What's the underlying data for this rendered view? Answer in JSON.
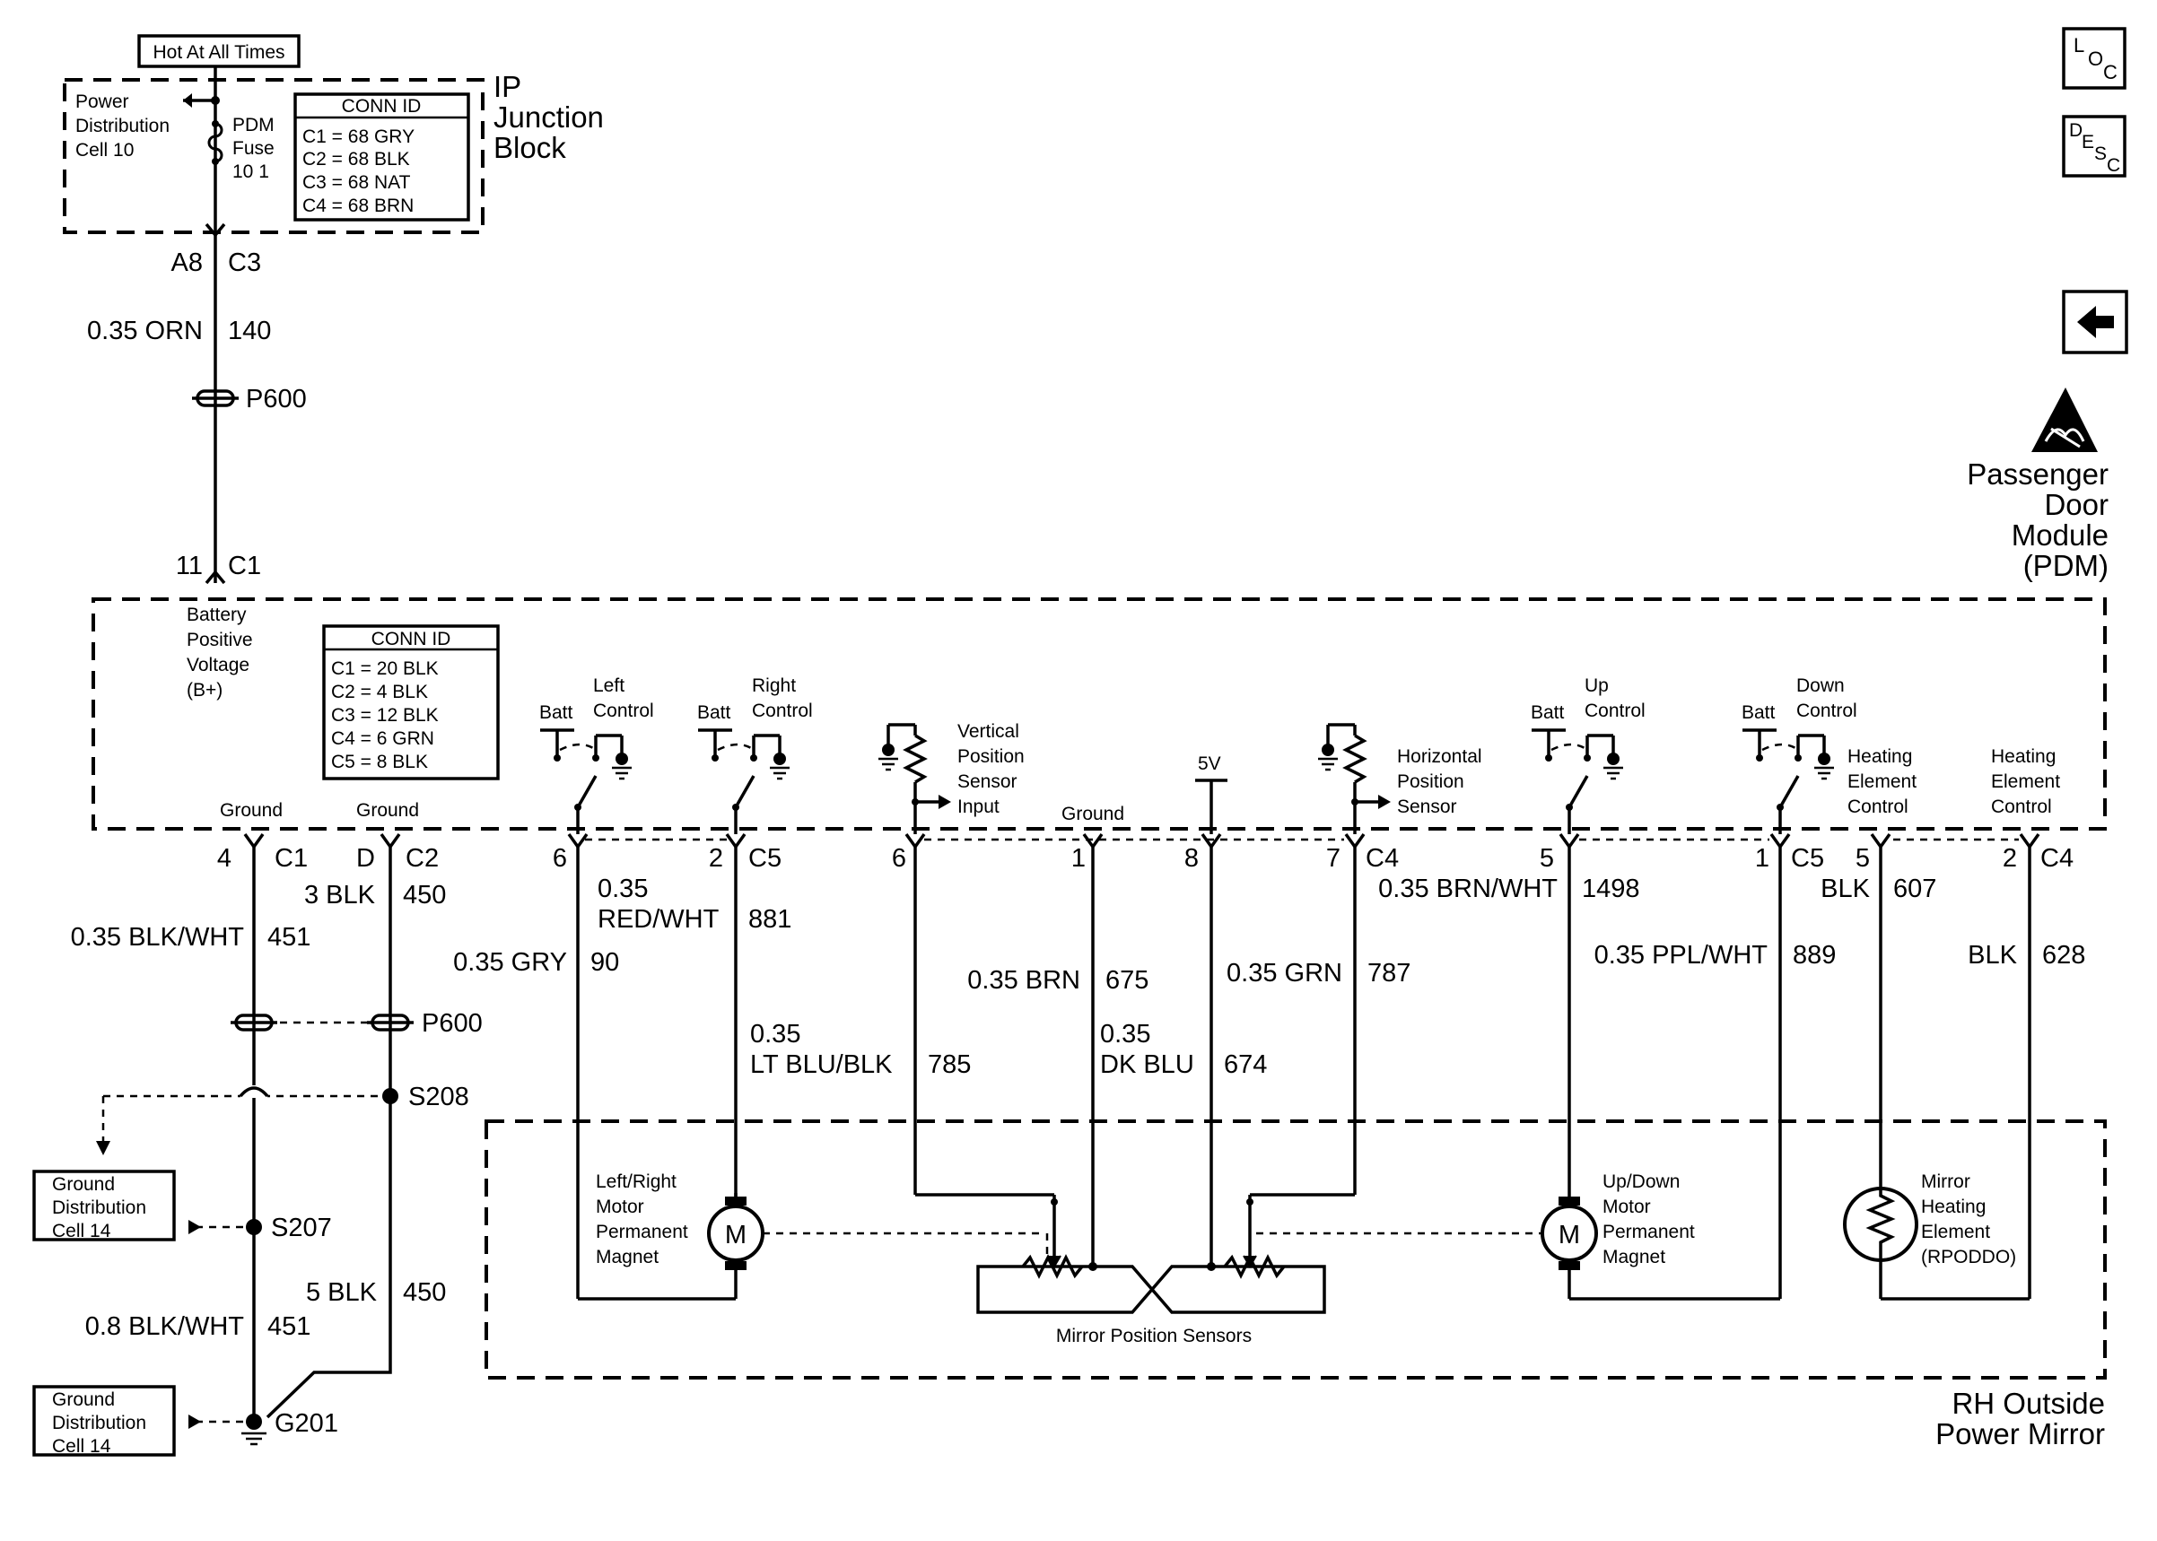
{
  "nav": {
    "loc_l": "L",
    "loc_o": "O",
    "loc_c": "C",
    "desc_d": "D",
    "desc_e": "E",
    "desc_s": "S",
    "desc_c": "C"
  },
  "top": {
    "hot_at_all_times": "Hot At All Times",
    "pdc_lines": [
      "Power",
      "Distribution",
      "Cell 10"
    ],
    "pdm_fuse_lines": [
      "PDM",
      "Fuse",
      "10 1"
    ],
    "ip_block_lines": [
      "IP",
      "Junction",
      "Block"
    ],
    "conn_id_title": "CONN ID",
    "conn_id_rows": [
      "C1 = 68 GRY",
      "C2 = 68 BLK",
      "C3 = 68 NAT",
      "C4 = 68 BRN"
    ],
    "pin_a8": "A8",
    "pin_c3": "C3",
    "wire_orn": "0.35 ORN",
    "circuit_140": "140",
    "p600": "P600",
    "pin_11": "11",
    "pin_c1": "C1"
  },
  "pdm": {
    "title_lines": [
      "Passenger",
      "Door",
      "Module",
      "(PDM)"
    ],
    "battery_lines": [
      "Battery",
      "Positive",
      "Voltage",
      "(B+)"
    ],
    "conn_id_title": "CONN ID",
    "conn_id_rows": [
      "C1 = 20 BLK",
      "C2 = 4 BLK",
      "C3 = 12 BLK",
      "C4 = 6 GRN",
      "C5 = 8 BLK"
    ],
    "ground_1": "Ground",
    "ground_2": "Ground",
    "ground_3": "Ground",
    "batt": "Batt",
    "left_control": [
      "Left",
      "Control"
    ],
    "right_control": [
      "Right",
      "Control"
    ],
    "vertical_sensor": [
      "Vertical",
      "Position",
      "Sensor",
      "Input"
    ],
    "five_v": "5V",
    "horizontal_sensor": [
      "Horizontal",
      "Position",
      "Sensor"
    ],
    "up_control": [
      "Up",
      "Control"
    ],
    "down_control": [
      "Down",
      "Control"
    ],
    "heating_1": [
      "Heating",
      "Element",
      "Control"
    ],
    "heating_2": [
      "Heating",
      "Element",
      "Control"
    ]
  },
  "pins": {
    "p4": "4",
    "c1": "C1",
    "pD": "D",
    "c2": "C2",
    "p6a": "6",
    "p2a": "2",
    "c5a": "C5",
    "p6b": "6",
    "p1a": "1",
    "p8": "8",
    "p7": "7",
    "c4a": "C4",
    "p5a": "5",
    "p1b": "1",
    "c5b": "C5",
    "p5b": "5",
    "p2b": "2",
    "c4b": "C4"
  },
  "wires": {
    "w_3blk": "3 BLK",
    "c_450a": "450",
    "w_035blkwht": "0.35 BLK/WHT",
    "c_451a": "451",
    "w_035gry": "0.35 GRY",
    "c_90": "90",
    "w_035a": "0.35",
    "w_redwht": "RED/WHT",
    "c_881": "881",
    "w_035b": "0.35",
    "w_ltblublk": "LT BLU/BLK",
    "c_785": "785",
    "w_035brn": "0.35 BRN",
    "c_675": "675",
    "w_035c": "0.35",
    "w_dkblu": "DK BLU",
    "c_674": "674",
    "w_035grn": "0.35 GRN",
    "c_787": "787",
    "w_035brnwht": "0.35 BRN/WHT",
    "c_1498": "1498",
    "w_035pplwht": "0.35 PPL/WHT",
    "c_889": "889",
    "w_blka": "BLK",
    "c_607": "607",
    "w_blkb": "BLK",
    "c_628": "628",
    "p600": "P600",
    "s208": "S208",
    "s207": "S207",
    "w_5blk": "5 BLK",
    "c_450b": "450",
    "w_08blkwht": "0.8 BLK/WHT",
    "c_451b": "451",
    "g201": "G201",
    "gdc1": [
      "Ground",
      "Distribution",
      "Cell 14"
    ],
    "gdc2": [
      "Ground",
      "Distribution",
      "Cell 14"
    ]
  },
  "mirror": {
    "lr_motor": [
      "Left/Right",
      "Motor",
      "Permanent",
      "Magnet"
    ],
    "ud_motor": [
      "Up/Down",
      "Motor",
      "Permanent",
      "Magnet"
    ],
    "motor_m": "M",
    "heater": [
      "Mirror",
      "Heating",
      "Element",
      "(RPODDO)"
    ],
    "sensors": "Mirror Position Sensors",
    "title_lines": [
      "RH Outside",
      "Power Mirror"
    ]
  }
}
